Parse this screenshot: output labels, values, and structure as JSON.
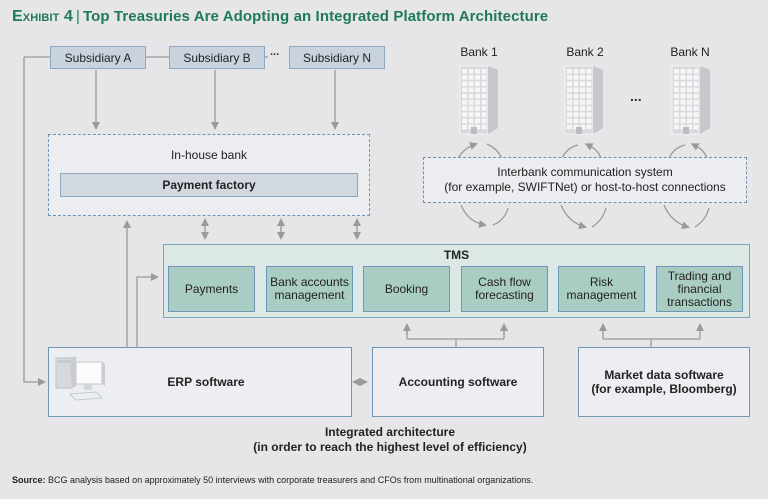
{
  "title": {
    "exhibit": "Exhibit 4",
    "separator": "|",
    "text": "Top Treasuries Are Adopting an Integrated Platform Architecture"
  },
  "subsidiaries": [
    "Subsidiary A",
    "Subsidiary B",
    "Subsidiary N"
  ],
  "subsidiary_ellipsis": "...",
  "banks": [
    "Bank 1",
    "Bank 2",
    "Bank N"
  ],
  "bank_ellipsis": "...",
  "in_house_bank": {
    "label": "In-house bank",
    "payment_factory": "Payment factory"
  },
  "interbank": {
    "line1": "Interbank communication system",
    "line2": "(for example, SWIFTNet) or host-to-host connections"
  },
  "tms": {
    "label": "TMS",
    "modules": [
      "Payments",
      "Bank accounts management",
      "Booking",
      "Cash flow forecasting",
      "Risk management",
      "Trading and financial transactions"
    ]
  },
  "software": {
    "erp": "ERP software",
    "accounting": "Accounting software",
    "market_data_line1": "Market data software",
    "market_data_line2": "(for example, Bloomberg)"
  },
  "integrated": {
    "line1": "Integrated architecture",
    "line2": "(in order to reach the highest level of efficiency)"
  },
  "source": {
    "label": "Source:",
    "text": "BCG analysis based on approximately 50 interviews with corporate treasurers and CFOs from multinational organizations."
  },
  "colors": {
    "title_green": "#1f7a55",
    "subsidiary_fill": "#c9d3de",
    "tms_fill": "#dbe8e5",
    "module_fill": "#a9cdc3",
    "border_blue": "#6f96b5",
    "connector_gray": "#9a9a9a"
  }
}
